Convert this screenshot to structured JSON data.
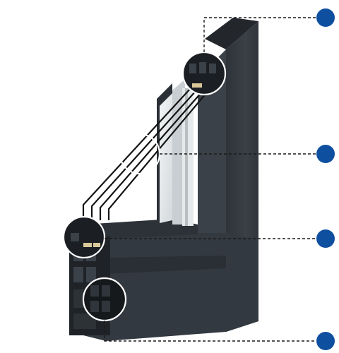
{
  "diagram": {
    "subject": "window-profile-corner-section",
    "colors": {
      "frame": "#353b42",
      "frame_dark": "#23272c",
      "frame_light": "#4a525b",
      "glass": "#dfe3e6",
      "marker": "#0f4fa0",
      "lens_ring": "#ffffff",
      "leader": "#1a1a1a"
    },
    "callouts": [
      {
        "id": "callout-1",
        "label": ""
      },
      {
        "id": "callout-2",
        "label": ""
      },
      {
        "id": "callout-3",
        "label": ""
      },
      {
        "id": "callout-4",
        "label": ""
      }
    ]
  }
}
